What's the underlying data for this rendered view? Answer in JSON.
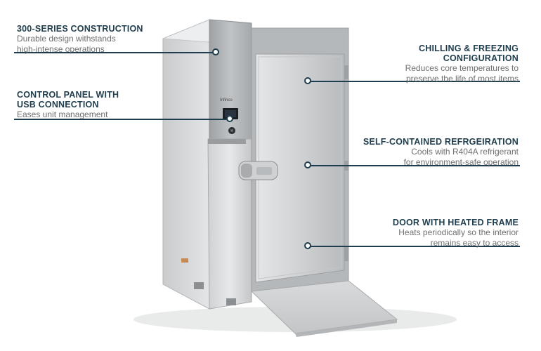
{
  "brand": "Infinco",
  "callouts": {
    "construction": {
      "title_lines": [
        "300-SERIES CONSTRUCTION"
      ],
      "desc_lines": [
        "Durable design withstands",
        "high-intense operations"
      ]
    },
    "control_panel": {
      "title_lines": [
        "CONTROL PANEL WITH",
        "USB CONNECTION"
      ],
      "desc_lines": [
        "Eases unit management"
      ]
    },
    "chilling": {
      "title_lines": [
        "CHILLING & FREEZING",
        "CONFIGURATION"
      ],
      "desc_lines": [
        "Reduces core temperatures to",
        "preserve the life of most items"
      ]
    },
    "refrigeration": {
      "title_lines": [
        "SELF-CONTAINED REFRGEIRATION"
      ],
      "desc_lines": [
        "Cools with R404A refrigerant",
        "for environment-safe operation"
      ]
    },
    "door": {
      "title_lines": [
        "DOOR WITH HEATED FRAME"
      ],
      "desc_lines": [
        "Heats periodically so the interior",
        "remains easy to access"
      ]
    }
  },
  "colors": {
    "accent": "#1f3d4d",
    "desc_text": "#6f6f6f",
    "steel_light": "#d9dbdc",
    "steel_mid": "#b9bcbe",
    "steel_dark": "#8e9194"
  }
}
